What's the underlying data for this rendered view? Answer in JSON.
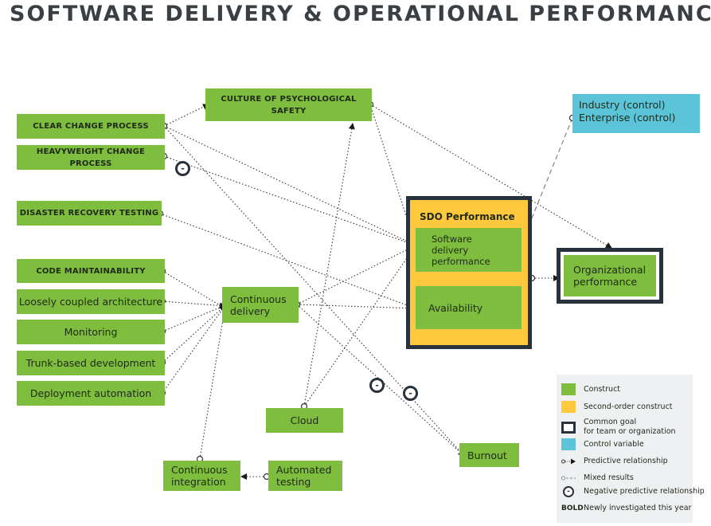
{
  "title": "SOFTWARE DELIVERY & OPERATIONAL PERFORMANCE",
  "nodes": {
    "clear_change": "CLEAR CHANGE PROCESS",
    "heavyweight_change": "HEAVYWEIGHT CHANGE PROCESS",
    "disaster_recovery": "DISASTER RECOVERY TESTING",
    "code_maintainability": "CODE MAINTAINABILITY",
    "loosely_coupled": "Loosely coupled architecture",
    "monitoring": "Monitoring",
    "trunk_based": "Trunk-based development",
    "deployment_automation": "Deployment automation",
    "culture": "CULTURE OF PSYCHOLOGICAL SAFETY",
    "continuous_delivery": [
      "Continuous",
      "delivery"
    ],
    "cloud": "Cloud",
    "continuous_integration": [
      "Continuous",
      "integration"
    ],
    "automated_testing": [
      "Automated",
      "testing"
    ],
    "burnout": "Burnout",
    "sdo_title": "SDO Performance",
    "software_delivery": [
      "Software",
      "delivery",
      "performance"
    ],
    "availability": "Availability",
    "organizational": [
      "Organizational",
      "performance"
    ],
    "control": [
      "Industry (control)",
      "Enterprise (control)"
    ]
  },
  "negative_symbol": "-",
  "legend": {
    "construct": "Construct",
    "second_order": "Second-order construct",
    "common_goal": [
      "Common goal",
      "for team or organization"
    ],
    "control_variable": "Control variable",
    "predictive": "Predictive relationship",
    "mixed": "Mixed results",
    "negative": "Negative predictive relationship",
    "bold_key": "BOLD",
    "bold_desc": "Newly investigated this year"
  },
  "colors": {
    "construct": "#7ebd3d",
    "second_order": "#ffc83d",
    "common_goal_border": "#27323d",
    "control": "#5bc4d8",
    "text": "#1f2a1a"
  }
}
